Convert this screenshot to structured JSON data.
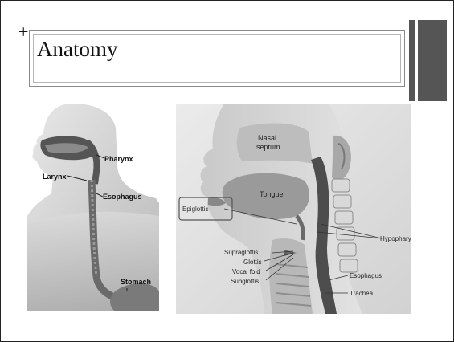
{
  "slide": {
    "plus_symbol": "+",
    "title": "Anatomy"
  },
  "figure_left": {
    "labels": {
      "pharynx": "Pharynx",
      "larynx": "Larynx",
      "esophagus": "Esophagus",
      "stomach": "Stomach"
    }
  },
  "figure_right": {
    "labels": {
      "nasal_septum_1": "Nasal",
      "nasal_septum_2": "septum",
      "tongue": "Tongue",
      "epiglottis": "Epiglottis",
      "hypopharynx": "Hypopharynx",
      "supraglottis": "Supraglottis",
      "glottis": "Glottis",
      "vocal_fold": "Vocal fold",
      "subglottis": "Subglottis",
      "esophagus": "Esophagus",
      "trachea": "Trachea"
    }
  }
}
